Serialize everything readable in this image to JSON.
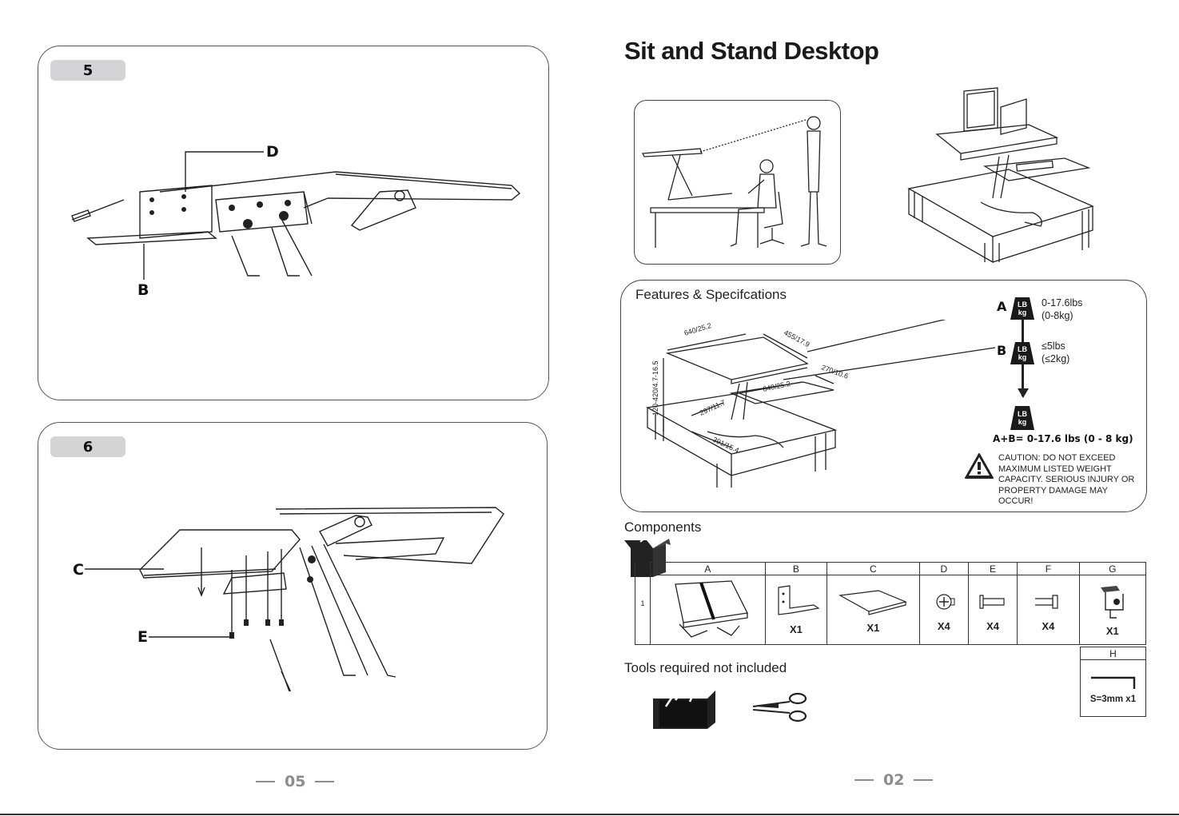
{
  "left_page": {
    "step5": {
      "number": "5",
      "callouts": {
        "d": "D",
        "b": "B"
      }
    },
    "step6": {
      "number": "6",
      "callouts": {
        "c": "C",
        "e": "E"
      }
    },
    "page_number": "05"
  },
  "right_page": {
    "title": "Sit and Stand Desktop",
    "features": {
      "heading": "Features & Specifcations",
      "dimensions": [
        "640/25.2",
        "455/17.9",
        "120-420/4.7-16.5",
        "270/10.6",
        "640/25.2",
        "297/11.7",
        "391/15.4"
      ],
      "weights": {
        "icon_text_top": "LB",
        "icon_text_bottom": "kg",
        "a_letter": "A",
        "a_line1": "0-17.6lbs",
        "a_line2": "(0-8kg)",
        "b_letter": "B",
        "b_line1": "≤5lbs",
        "b_line2": "(≤2kg)",
        "total": "A+B= 0-17.6 lbs (0 - 8 kg)"
      },
      "caution": "CAUTION:  DO NOT EXCEED MAXIMUM LISTED WEIGHT CAPACITY. SERIOUS INJURY OR PROPERTY DAMAGE MAY OCCUR!"
    },
    "components": {
      "heading": "Components",
      "row_number": "1",
      "columns": [
        {
          "letter": "A",
          "qty": ""
        },
        {
          "letter": "B",
          "qty": "X1"
        },
        {
          "letter": "C",
          "qty": "X1"
        },
        {
          "letter": "D",
          "qty": "X4"
        },
        {
          "letter": "E",
          "qty": "X4"
        },
        {
          "letter": "F",
          "qty": "X4"
        },
        {
          "letter": "G",
          "qty": "X1"
        }
      ],
      "tool_h": {
        "letter": "H",
        "qty": "S=3mm x1"
      }
    },
    "tools": {
      "heading": "Tools required not included"
    },
    "page_number": "02"
  }
}
